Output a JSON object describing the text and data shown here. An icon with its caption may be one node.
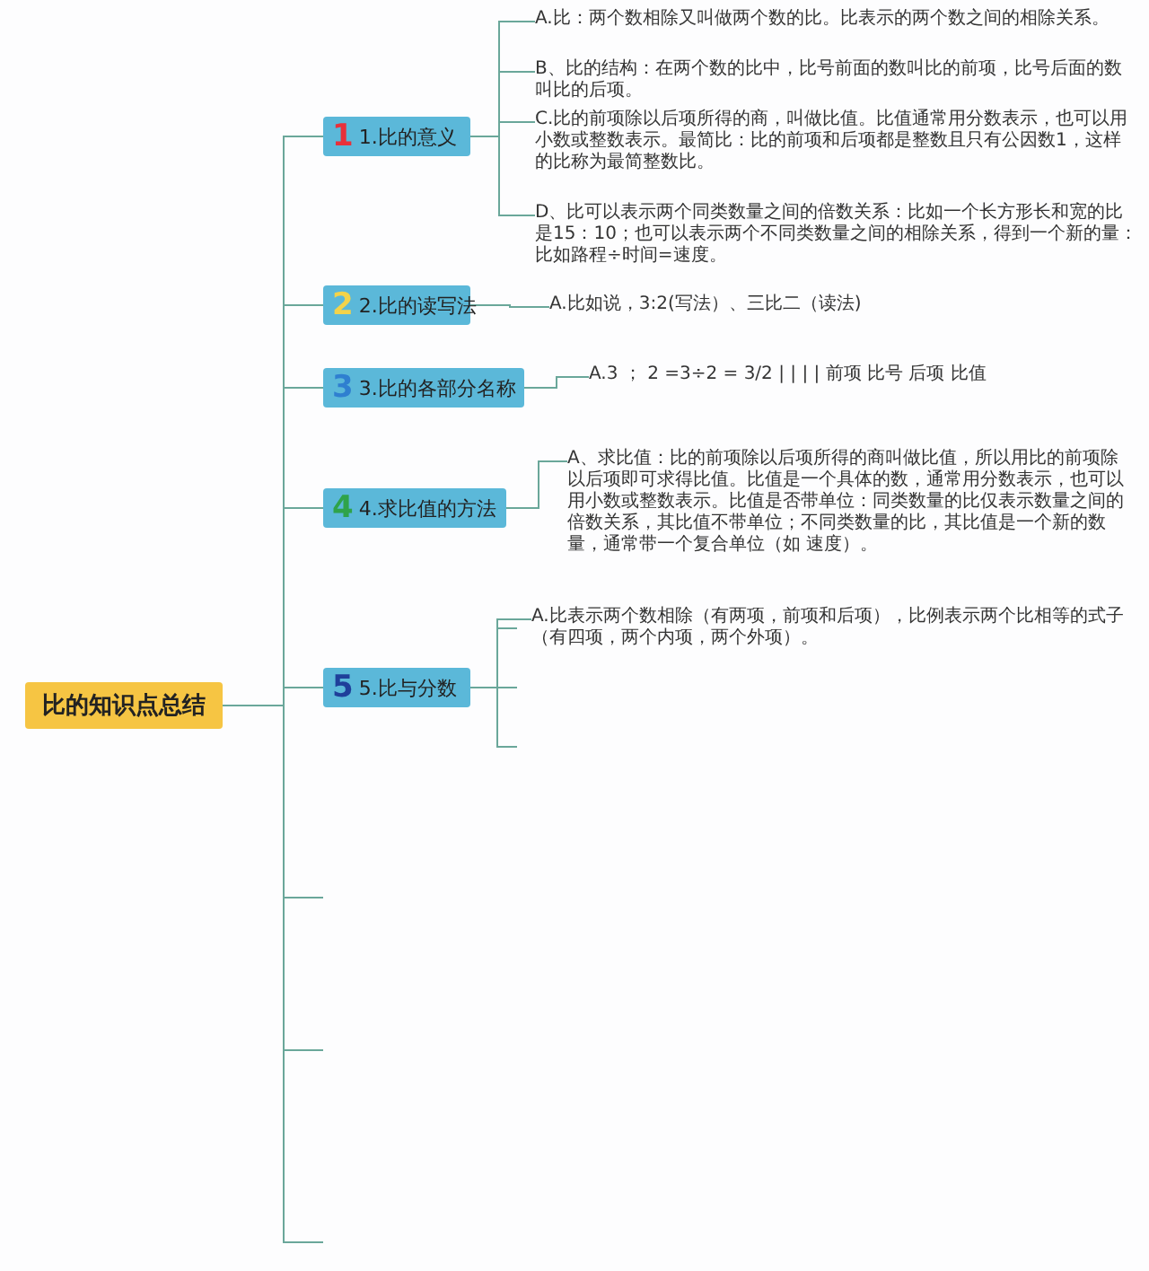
{
  "diagram": {
    "nodes": [
      {
        "text": [
          "比的知识点总结"
        ]
      },
      {
        "text": [
          "1",
          "1.比的意义"
        ]
      },
      {
        "text": [
          "A.比：两个数相除又叫做两个数的比。比表示的两个数之间的相除关系。"
        ]
      },
      {
        "text": [
          "B、比的结构：在两个数的比中，比号前面的数叫比的前项，比号后面的数叫比的后项。"
        ]
      },
      {
        "text": [
          "C.比的前项除以后项所得的商，叫做比值。比值通常用分数表示，也可以用小数或整数表示。最简比：比的前项和后项都是整数且只有公因数1，这样的比称为最简整数比。"
        ]
      },
      {
        "text": [
          "D、比可以表示两个同类数量之间的倍数关系：比如一个长方形长和宽的比是15：10；也可以表示两个不同类数量之间的相除关系，得到一个新的量：比如路程÷时间=速度。"
        ]
      },
      {
        "text": [
          "2",
          "2.比的读写法"
        ]
      },
      {
        "text": [
          "A.比如说，3:2(写法）、三比二（读法)"
        ]
      },
      {
        "text": [
          "3",
          "3.比的各部分名称"
        ]
      },
      {
        "text": [
          "A.3 ； 2 =3÷2 = 3/2 | | | | 前项 比号 后项 比值"
        ]
      },
      {
        "text": [
          "4",
          "4.求比值的方法"
        ]
      },
      {
        "text": [
          "A、求比值：比的前项除以后项所得的商叫做比值，所以用比的前项除以后项即可求得比值。比值是一个具体的数，通常用分数表示，也可以用小数或整数表示。比值是否带单位：同类数量的比仅表示数量之间的倍数关系，其比值不带单位；不同类数量的比，其比值是一个新的数量，通常带一个复合单位（如 速度）。"
        ]
      },
      {
        "text": [
          "5",
          "5.比与分数"
        ]
      },
      {
        "text": [
          "A.比表示两个数相除（有两项，前项和后项），比例表示两个比相等的式子（有四项，两个内项，两个外项）。"
        ]
      }
    ],
    "edges": [
      {
        "from": 0,
        "to": 1,
        "arrow": "none"
      },
      {
        "from": 1,
        "to": 2,
        "arrow": "none"
      },
      {
        "from": 1,
        "to": 3,
        "arrow": "none"
      },
      {
        "from": 1,
        "to": 4,
        "arrow": "none"
      },
      {
        "from": 1,
        "to": 5,
        "arrow": "none"
      },
      {
        "from": 0,
        "to": 6,
        "arrow": "none"
      },
      {
        "from": 6,
        "to": 7,
        "arrow": "none"
      },
      {
        "from": 0,
        "to": 8,
        "arrow": "none"
      },
      {
        "from": 8,
        "to": 9,
        "arrow": "none"
      },
      {
        "from": 0,
        "to": 10,
        "arrow": "none"
      },
      {
        "from": 10,
        "to": 11,
        "arrow": "none"
      },
      {
        "from": 0,
        "to": 12,
        "arrow": "none"
      },
      {
        "from": 12,
        "to": 13,
        "arrow": "none"
      }
    ]
  }
}
